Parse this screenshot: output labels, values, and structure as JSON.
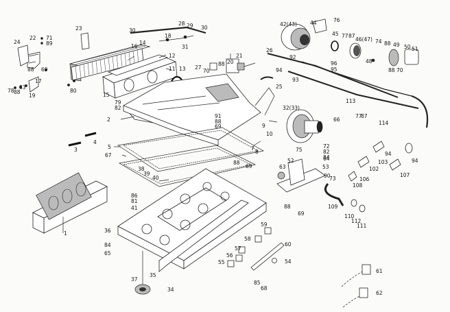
{
  "diagram": {
    "labels": {
      "l1": "1",
      "l2": "2",
      "l3": "3",
      "l4": "4",
      "l5": "5",
      "l7": "7",
      "l8": "8",
      "l9": "9",
      "l11": "11",
      "l12": "12",
      "l13": "13",
      "l14": "14",
      "l15": "15",
      "l16": "16",
      "l17": "17",
      "l18": "18",
      "l19": "19",
      "l20": "20",
      "l21": "21",
      "l22": "22",
      "l23": "23",
      "l24": "24",
      "l25": "25",
      "l26": "26",
      "l27": "27",
      "l28": "28",
      "l29": "29",
      "l30a": "30",
      "l30b": "30",
      "l31": "31",
      "l32": "32(33)",
      "l34": "34",
      "l35": "35",
      "l36": "36",
      "l37": "37",
      "l38": "38",
      "l39": "39",
      "l40": "40",
      "l41": "41",
      "l42": "42(43)",
      "l44": "44",
      "l45": "45",
      "l46": "46(47)",
      "l48": "48",
      "l49": "49",
      "l50": "50",
      "l51": "51",
      "l52": "52",
      "l53": "53",
      "l54": "54",
      "l55": "55",
      "l56": "56",
      "l57": "57",
      "l58": "58",
      "l59": "59",
      "l60": "60",
      "l61": "61",
      "l62": "62",
      "l63": "63",
      "l64": "64",
      "l65": "65",
      "l66": "66",
      "l67": "67",
      "l68": "68",
      "l69a": "69",
      "l69b": "69",
      "l69c": "69",
      "l69d": "69",
      "l70a": "70",
      "l70b": "70",
      "l71": "71",
      "l72": "72",
      "l73": "73",
      "l74": "74",
      "l75": "75",
      "l76": "76",
      "l77a": "77",
      "l77b": "77",
      "l78": "78",
      "l79": "79",
      "l80": "80",
      "l81": "81",
      "l82a": "82",
      "l82b": "82",
      "l83": "83",
      "l84a": "84",
      "l84b": "84",
      "l85": "85",
      "l86": "86",
      "l87a": "87",
      "l87b": "87",
      "l88a": "88",
      "l88b": "88",
      "l88c": "88",
      "l88d": "88",
      "l88e": "88",
      "l88f": "88",
      "l88g": "88",
      "l88h": "88",
      "l89": "89",
      "l90": "90",
      "l91": "91",
      "l92": "92",
      "l93": "93",
      "l94a": "94",
      "l94b": "94",
      "l94c": "94",
      "l95": "95",
      "l96": "96",
      "l102": "102",
      "l103": "103",
      "l106": "106",
      "l107": "107",
      "l108": "108",
      "l109": "109",
      "l110": "110",
      "l111": "111",
      "l112": "112",
      "l113": "113",
      "l114": "114",
      "l10": "10"
    }
  }
}
